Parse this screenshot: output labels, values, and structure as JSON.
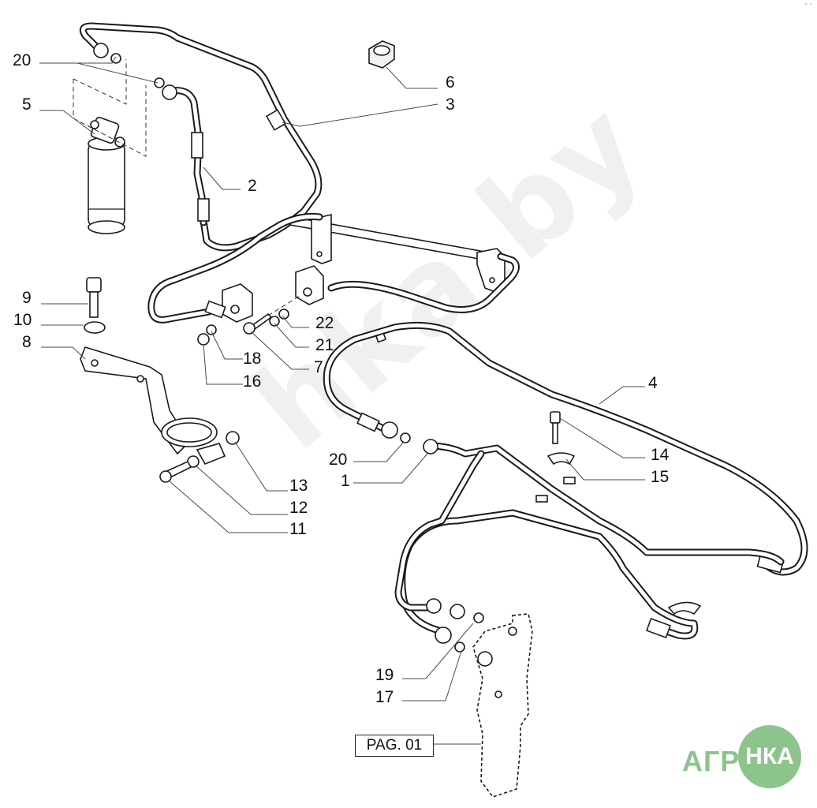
{
  "callouts": {
    "c20a": "20",
    "c5": "5",
    "c6": "6",
    "c3": "3",
    "c2": "2",
    "c9": "9",
    "c10": "10",
    "c8": "8",
    "c22": "22",
    "c21": "21",
    "c18": "18",
    "c7": "7",
    "c16": "16",
    "c4": "4",
    "c14": "14",
    "c15": "15",
    "c20b": "20",
    "c1": "1",
    "c13": "13",
    "c12": "12",
    "c11": "11",
    "c19": "19",
    "c17": "17"
  },
  "page_reference": "PAG. 01",
  "watermark": "hka.by",
  "logo": {
    "text": "АГРО",
    "circle_text": "НКА",
    "color": "#8cc48c"
  },
  "corner_mark": "‐ ‐"
}
